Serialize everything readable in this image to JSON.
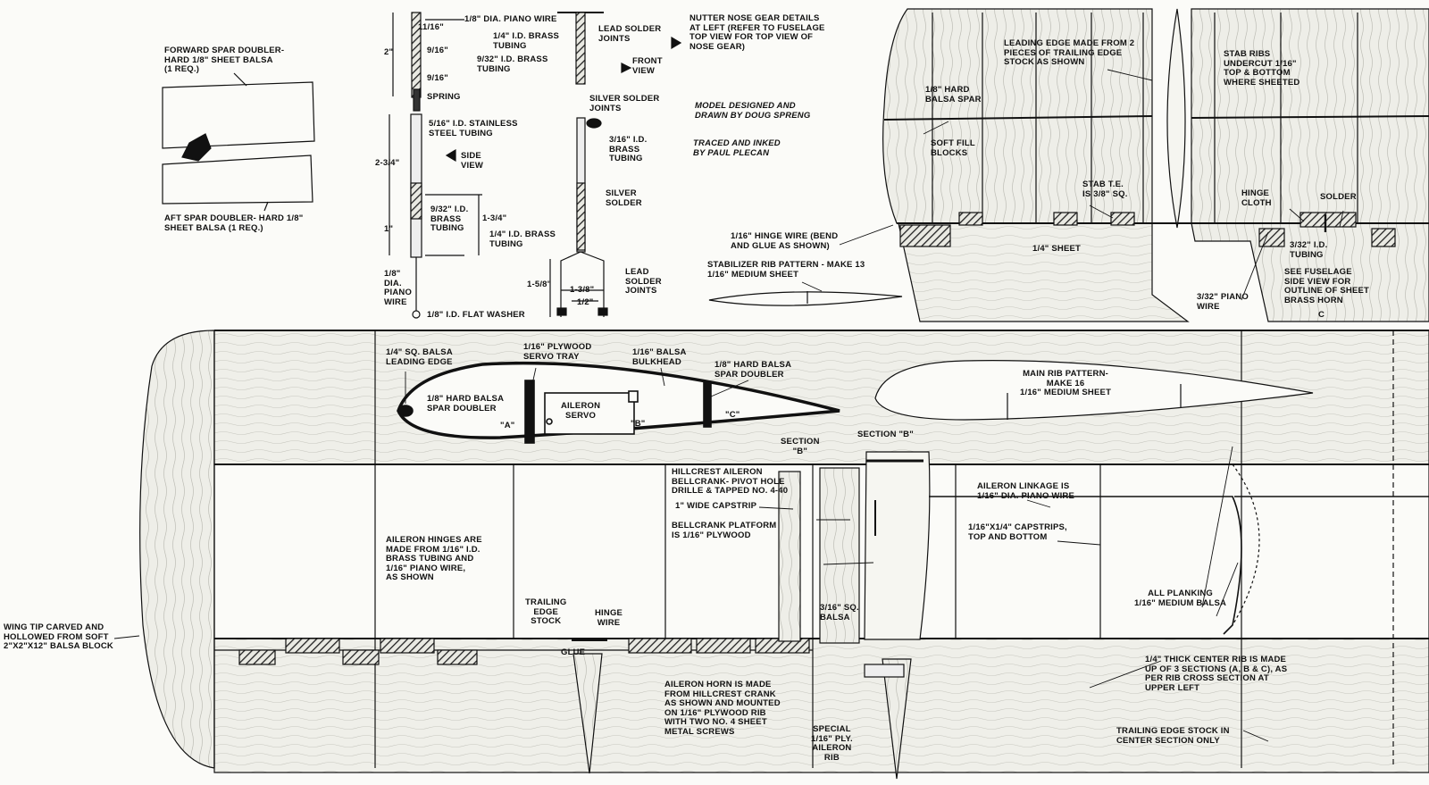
{
  "colors": {
    "ink": "#111111",
    "paper": "#fbfbf8",
    "balsa": "#e9e9e2",
    "grain": "#b8b8b0"
  },
  "gear": {
    "piano_wire_top": "1/8\" DIA. PIANO WIRE",
    "dim_11_16": "11/16\"",
    "dim_2": "2\"",
    "dim_9_16a": "9/16\"",
    "dim_9_16b": "9/16\"",
    "spring": "SPRING",
    "dim_2_3_4": "2-3/4\"",
    "dim_1": "1\"",
    "stainless": "5/16\" I.D. STAINLESS\nSTEEL TUBING",
    "side_view": "SIDE\nVIEW",
    "brass_9_32": "9/32\" I.D.\nBRASS\nTUBING",
    "dim_1_3_4": "1-3/4\"",
    "brass_1_4_low": "1/4\" I.D. BRASS\nTUBING",
    "piano_wire_left": "1/8\"\nDIA.\nPIANO\nWIRE",
    "flat_washer": "1/8\" I.D. FLAT WASHER",
    "lead_solder_top": "LEAD SOLDER\nJOINTS",
    "brass_1_4_top": "1/4\" I.D. BRASS\nTUBING",
    "brass_9_32_top": "9/32\" I.D. BRASS\nTUBING",
    "front_view": "FRONT\nVIEW",
    "silver_solder_joints": "SILVER SOLDER\nJOINTS",
    "brass_3_16": "3/16\" I.D.\nBRASS\nTUBING",
    "silver_solder": "SILVER\nSOLDER",
    "dim_1_5_8": "1-5/8\"",
    "dim_1_3_8": "1-3/8\"",
    "dim_1_2": "1/2\"",
    "lead_solder_bottom": "LEAD\nSOLDER\nJOINTS"
  },
  "notes": {
    "nutter": "NUTTER NOSE GEAR DETAILS\nAT LEFT (REFER TO FUSELAGE\nTOP VIEW FOR TOP VIEW OF\nNOSE GEAR)",
    "designed": "MODEL DESIGNED AND\nDRAWN BY DOUG SPRENG",
    "traced": "TRACED AND INKED\nBY PAUL PLECAN"
  },
  "doublers": {
    "forward": "FORWARD SPAR DOUBLER-\nHARD 1/8\" SHEET BALSA\n(1 REQ.)",
    "aft": "AFT SPAR DOUBLER- HARD 1/8\"\nSHEET BALSA (1 REQ.)"
  },
  "stab": {
    "leading_edge": "LEADING EDGE MADE FROM 2\nPIECES OF TRAILING EDGE\nSTOCK AS SHOWN",
    "ribs_undercut": "STAB RIBS\nUNDERCUT 1/16\"\nTOP & BOTTOM\nWHERE SHEETED",
    "spar": "1/8\" HARD\nBALSA SPAR",
    "fill_blocks": "SOFT FILL\nBLOCKS",
    "te": "STAB T.E.\nIS 3/8\" SQ.",
    "hinge_cloth": "HINGE\nCLOTH",
    "solder": "SOLDER",
    "hinge_wire": "1/16\" HINGE WIRE (BEND\nAND GLUE AS SHOWN)",
    "sheet": "1/4\" SHEET",
    "tubing": "3/32\" I.D.\nTUBING",
    "rib_pattern": "STABILIZER RIB PATTERN - MAKE 13\n1/16\" MEDIUM SHEET",
    "fuselage_side": "SEE FUSELAGE\nSIDE VIEW FOR\nOUTLINE OF SHEET\nBRASS HORN",
    "piano_wire": "3/32\" PIANO\nWIRE",
    "centerline": "C"
  },
  "wing": {
    "le_label": "1/4\" SQ. BALSA\nLEADING EDGE",
    "servo_tray": "1/16\" PLYWOOD\nSERVO TRAY",
    "bulkhead": "1/16\" BALSA\nBULKHEAD",
    "spar_doubler_right": "1/8\" HARD BALSA\nSPAR DOUBLER",
    "spar_doubler_left": "1/8\" HARD BALSA\nSPAR DOUBLER",
    "aileron_servo": "AILERON\nSERVO",
    "sec_a": "\"A\"",
    "sec_b": "\"B\"",
    "sec_c": "\"C\"",
    "main_rib": "MAIN RIB PATTERN-\nMAKE 16\n1/16\" MEDIUM SHEET",
    "section_b_left": "SECTION\n\"B\"",
    "section_b_right": "SECTION \"B\"",
    "bellcrank": "HILLCREST AILERON\nBELLCRANK- PIVOT HOLE\nDRILLE & TAPPED NO. 4-40",
    "capstrip": "1\" WIDE CAPSTRIP",
    "platform": "BELLCRANK PLATFORM\nIS 1/16\" PLYWOOD",
    "linkage": "AILERON LINKAGE IS\n1/16\" DIA. PIANO WIRE",
    "capstrips": "1/16\"X1/4\" CAPSTRIPS,\nTOP AND BOTTOM",
    "hinges": "AILERON HINGES ARE\nMADE FROM 1/16\" I.D.\nBRASS TUBING AND\n1/16\" PIANO WIRE,\nAS SHOWN",
    "te_stock": "TRAILING\nEDGE\nSTOCK",
    "hinge_wire": "HINGE\nWIRE",
    "glue": "GLUE",
    "sq_balsa": "3/16\" SQ.\nBALSA",
    "planking": "ALL PLANKING\n1/16\" MEDIUM BALSA",
    "wing_tip": "WING TIP CARVED AND\nHOLLOWED FROM SOFT\n2\"X2\"X12\" BALSA BLOCK",
    "horn": "AILERON HORN IS MADE\nFROM HILLCREST CRANK\nAS SHOWN AND MOUNTED\nON 1/16\" PLYWOOD RIB\nWITH TWO NO. 4 SHEET\nMETAL SCREWS",
    "special_rib": "SPECIAL\n1/16\" PLY.\nAILERON\nRIB",
    "center_rib": "1/4\" THICK CENTER RIB IS MADE\nUP OF 3 SECTIONS (A, B & C), AS\nPER RIB CROSS SECTION AT\nUPPER LEFT",
    "te_center": "TRAILING EDGE STOCK IN\nCENTER SECTION ONLY"
  }
}
